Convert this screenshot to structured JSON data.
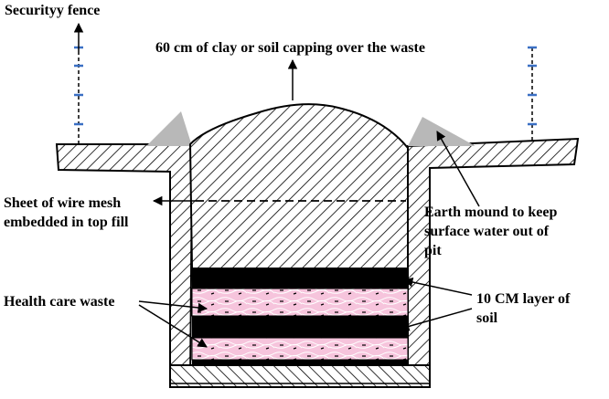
{
  "labels": {
    "security_fence": "Securityy fence",
    "capping": "60 cm of clay or soil capping over the waste",
    "wire_mesh": [
      "Sheet of wire mesh",
      "embedded in top fill"
    ],
    "earth_mound": [
      "Earth mound to keep",
      "surface water out of",
      "pit"
    ],
    "health_care_waste": "Health care waste",
    "soil_layer": [
      "10 CM layer of",
      "soil"
    ]
  },
  "colors": {
    "ink": "#000000",
    "fence_tick": "#3a6fc4",
    "waste_fill": "#f6c4dc",
    "waste_fibre": "#ffffff",
    "mound": "#b8b8b8"
  }
}
